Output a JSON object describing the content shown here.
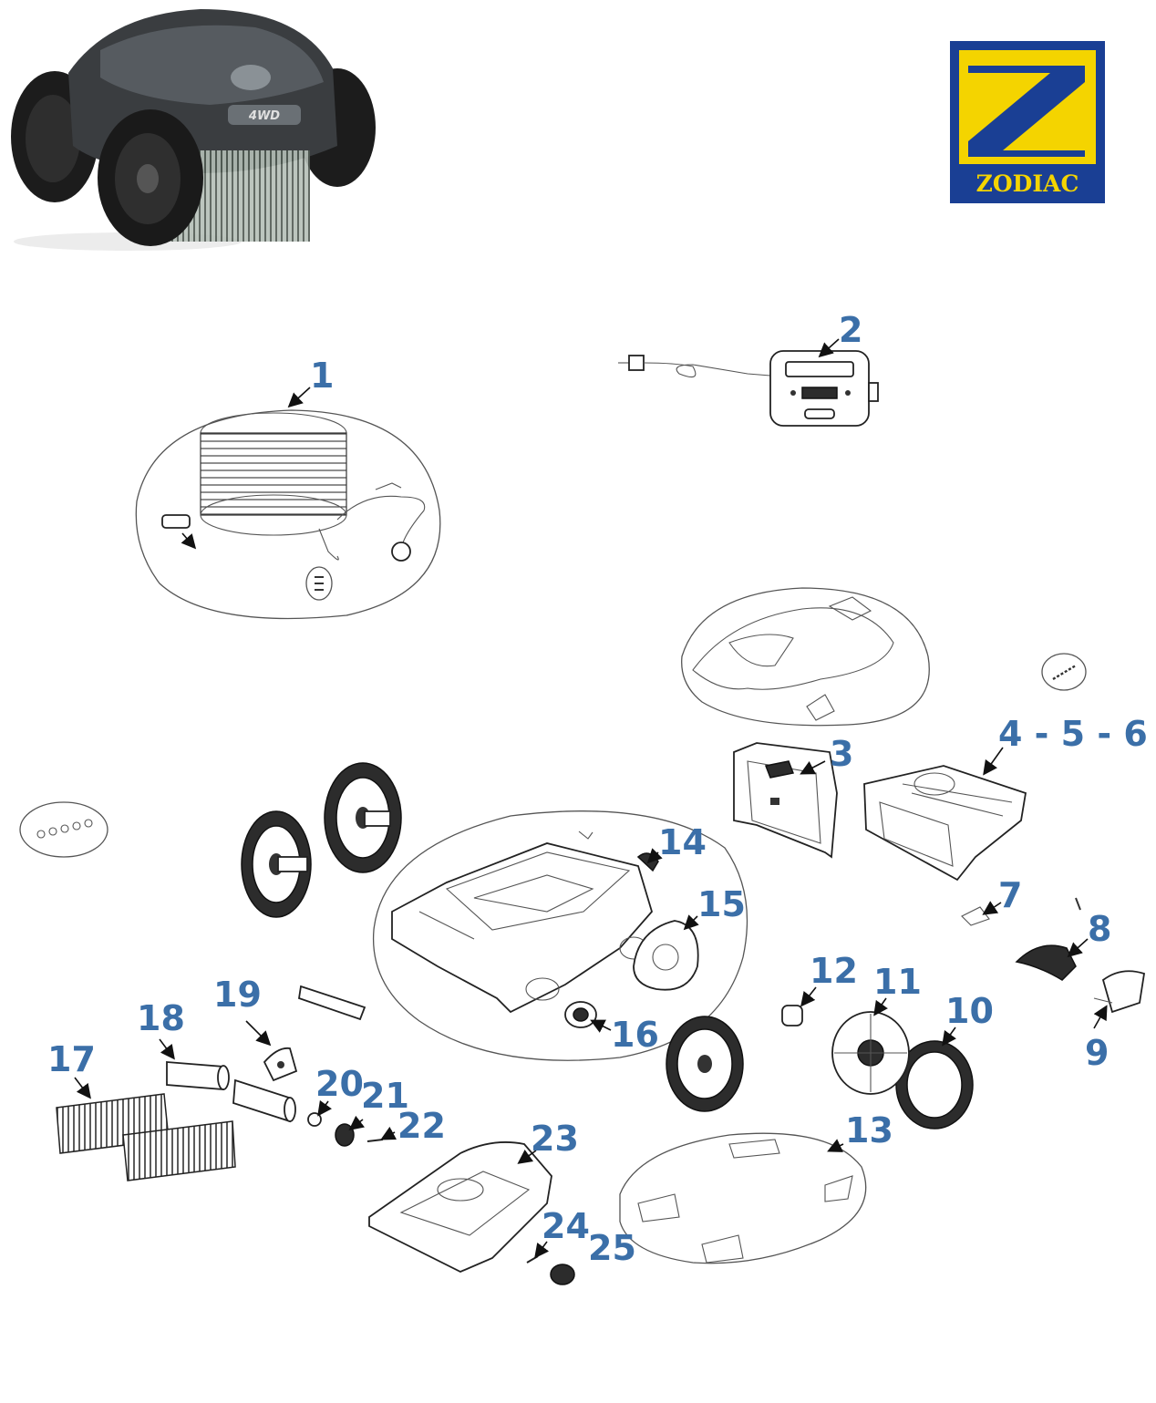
{
  "brand": {
    "name": "ZODIAC",
    "colors": {
      "blue": "#1a3f94",
      "yellow": "#f4d400"
    }
  },
  "product_badge": "4WD",
  "callouts": [
    "1",
    "2",
    "3",
    "4 - 5 - 6",
    "7",
    "8",
    "9",
    "10",
    "11",
    "12",
    "13",
    "14",
    "15",
    "16",
    "17",
    "18",
    "19",
    "20",
    "21",
    "22",
    "23",
    "24",
    "25"
  ],
  "colors": {
    "callout": "#3b6fa8",
    "line": "#222222"
  }
}
